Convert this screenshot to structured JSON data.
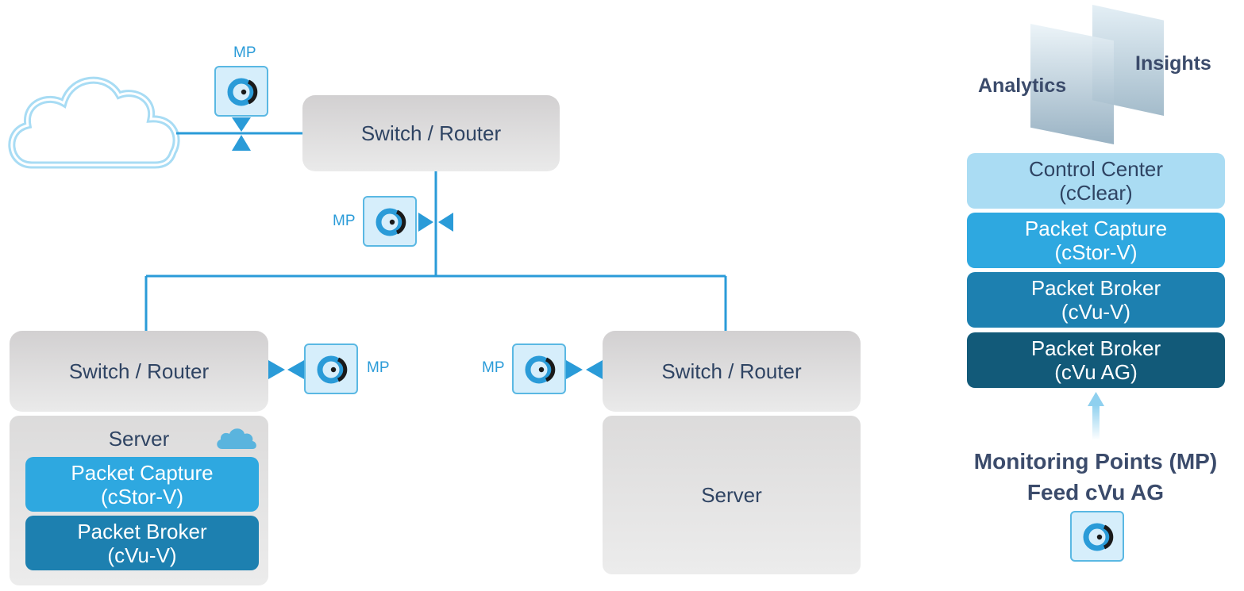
{
  "mp_label": "MP",
  "switch_router_label": "Switch / Router",
  "server_label": "Server",
  "left_server": {
    "title": "Server",
    "blocks": [
      {
        "line1": "Packet Capture",
        "line2": "(cStor-V)"
      },
      {
        "line1": "Packet Broker",
        "line2": "(cVu-V)"
      }
    ]
  },
  "right_panel": {
    "analytics": "Analytics",
    "insights": "Insights",
    "stack": [
      {
        "line1": "Control Center",
        "line2": "(cClear)"
      },
      {
        "line1": "Packet Capture",
        "line2": "(cStor-V)"
      },
      {
        "line1": "Packet Broker",
        "line2": "(cVu-V)"
      },
      {
        "line1": "Packet Broker",
        "line2": "(cVu AG)"
      }
    ],
    "caption_line1": "Monitoring Points (MP)",
    "caption_line2": "Feed cVu AG"
  },
  "colors": {
    "link": "#2a9bd8",
    "cloud_stroke": "#86cdef",
    "dark_text": "#2f4463"
  },
  "icons": [
    "cloud-icon",
    "monitoring-point-icon",
    "tap-arrow-icon"
  ]
}
